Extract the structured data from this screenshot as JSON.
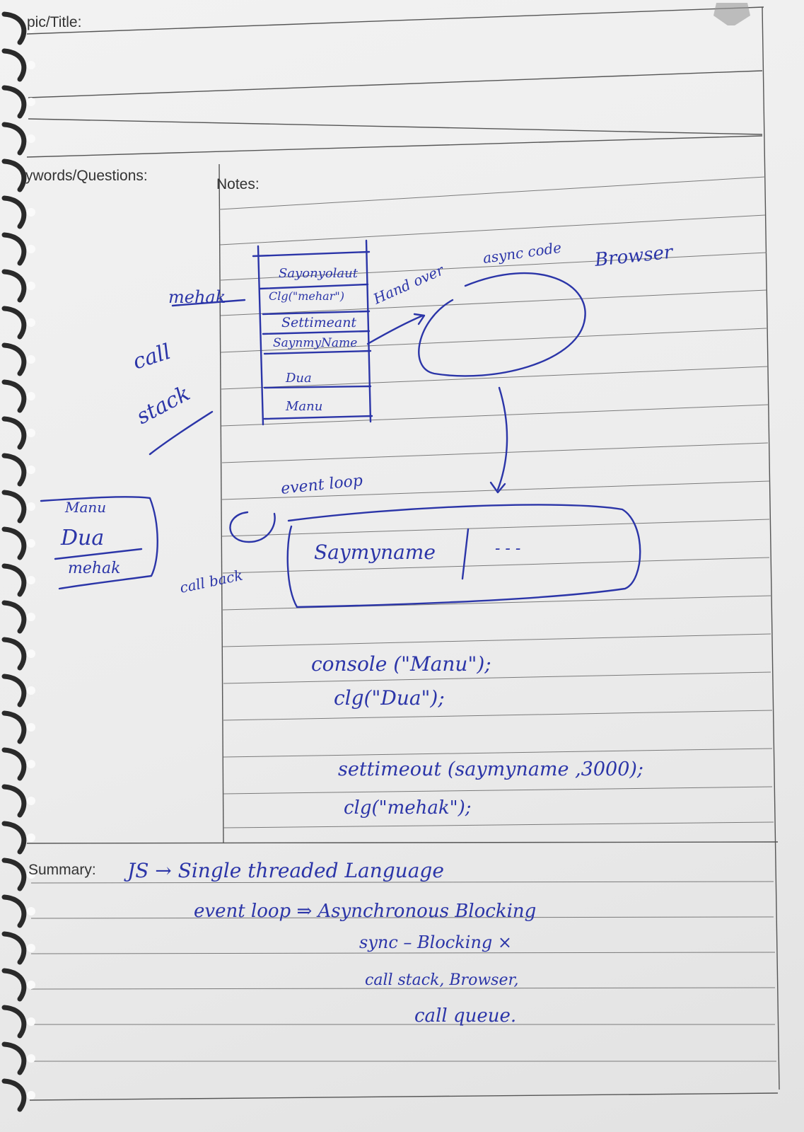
{
  "form": {
    "topic_label": "pic/Title:",
    "keywords_label": "ywords/Questions:",
    "notes_label": "Notes:",
    "summary_label": "Summary:"
  },
  "handwriting": {
    "stack_items": [
      "Sayonyolaut",
      "Clg(\"mehar\")",
      "Settimeant",
      "SaynmyName",
      "Dua",
      "Manu"
    ],
    "stack_side_label": "mehak",
    "call_stack_label_1": "call",
    "call_stack_label_2": "stack",
    "hand_over": "Hand over",
    "async_code": "async code",
    "browser": "Browser",
    "event_loop": "event loop",
    "callback": "call back",
    "queue_item": "Saymyname",
    "queue_dashes": "- - -",
    "output_list": [
      "Manu",
      "Dua",
      "mehak"
    ],
    "code_lines": [
      "console (\"Manu\");",
      "clg(\"Dua\");",
      "settimeout (saymyname ,3000);",
      "clg(\"mehak\");"
    ],
    "summary_lines": [
      "JS → Single threaded Language",
      "event loop ⇒ Asynchronous Blocking",
      "sync – Blocking ×",
      "call stack, Browser,",
      "call queue."
    ]
  },
  "colors": {
    "ink": "#2b35a8",
    "paper": "#efefef",
    "rule": "#555555"
  }
}
